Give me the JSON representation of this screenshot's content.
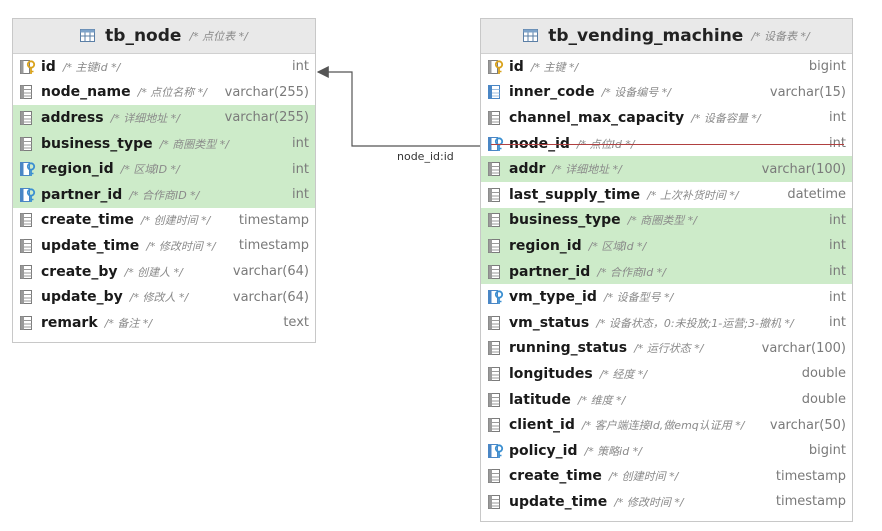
{
  "tables": [
    {
      "name": "tb_node",
      "comment": "/* 点位表 */",
      "columns": [
        {
          "name": "id",
          "comment": "/* 主键id */",
          "type": "int",
          "icon": "primary-key-icon",
          "highlight": false
        },
        {
          "name": "node_name",
          "comment": "/* 点位名称 */",
          "type": "varchar(255)",
          "icon": "column-icon",
          "highlight": false
        },
        {
          "name": "address",
          "comment": "/* 详细地址 */",
          "type": "varchar(255)",
          "icon": "column-icon",
          "highlight": true
        },
        {
          "name": "business_type",
          "comment": "/* 商圈类型 */",
          "type": "int",
          "icon": "column-icon",
          "highlight": true
        },
        {
          "name": "region_id",
          "comment": "/* 区域ID */",
          "type": "int",
          "icon": "foreign-key-icon",
          "highlight": true
        },
        {
          "name": "partner_id",
          "comment": "/* 合作商ID */",
          "type": "int",
          "icon": "foreign-key-icon",
          "highlight": true
        },
        {
          "name": "create_time",
          "comment": "/* 创建时间 */",
          "type": "timestamp",
          "icon": "column-icon",
          "highlight": false
        },
        {
          "name": "update_time",
          "comment": "/* 修改时间 */",
          "type": "timestamp",
          "icon": "column-icon",
          "highlight": false
        },
        {
          "name": "create_by",
          "comment": "/* 创建人 */",
          "type": "varchar(64)",
          "icon": "column-icon",
          "highlight": false
        },
        {
          "name": "update_by",
          "comment": "/* 修改人 */",
          "type": "varchar(64)",
          "icon": "column-icon",
          "highlight": false
        },
        {
          "name": "remark",
          "comment": "/* 备注 */",
          "type": "text",
          "icon": "column-icon",
          "highlight": false
        }
      ]
    },
    {
      "name": "tb_vending_machine",
      "comment": "/* 设备表 */",
      "columns": [
        {
          "name": "id",
          "comment": "/* 主键 */",
          "type": "bigint",
          "icon": "primary-key-icon",
          "highlight": false
        },
        {
          "name": "inner_code",
          "comment": "/* 设备编号 */",
          "type": "varchar(15)",
          "icon": "index-column-icon",
          "highlight": false
        },
        {
          "name": "channel_max_capacity",
          "comment": "/* 设备容量 */",
          "type": "int",
          "icon": "column-icon",
          "highlight": false
        },
        {
          "name": "node_id",
          "comment": "/* 点位Id */",
          "type": "int",
          "icon": "foreign-key-icon",
          "highlight": false,
          "strike": true
        },
        {
          "name": "addr",
          "comment": "/* 详细地址 */",
          "type": "varchar(100)",
          "icon": "column-icon",
          "highlight": true
        },
        {
          "name": "last_supply_time",
          "comment": "/* 上次补货时间 */",
          "type": "datetime",
          "icon": "column-icon",
          "highlight": false
        },
        {
          "name": "business_type",
          "comment": "/* 商圈类型 */",
          "type": "int",
          "icon": "column-icon",
          "highlight": true
        },
        {
          "name": "region_id",
          "comment": "/* 区域Id */",
          "type": "int",
          "icon": "column-icon",
          "highlight": true
        },
        {
          "name": "partner_id",
          "comment": "/* 合作商Id */",
          "type": "int",
          "icon": "column-icon",
          "highlight": true
        },
        {
          "name": "vm_type_id",
          "comment": "/* 设备型号 */",
          "type": "int",
          "icon": "foreign-key-icon",
          "highlight": false
        },
        {
          "name": "vm_status",
          "comment": "/* 设备状态，0:未投放;1-运营;3-撤机 */",
          "type": "int",
          "icon": "column-icon",
          "highlight": false
        },
        {
          "name": "running_status",
          "comment": "/* 运行状态 */",
          "type": "varchar(100)",
          "icon": "column-icon",
          "highlight": false
        },
        {
          "name": "longitudes",
          "comment": "/* 经度 */",
          "type": "double",
          "icon": "column-icon",
          "highlight": false
        },
        {
          "name": "latitude",
          "comment": "/* 维度 */",
          "type": "double",
          "icon": "column-icon",
          "highlight": false
        },
        {
          "name": "client_id",
          "comment": "/* 客户端连接Id,做emq认证用 */",
          "type": "varchar(50)",
          "icon": "column-icon",
          "highlight": false
        },
        {
          "name": "policy_id",
          "comment": "/* 策略id */",
          "type": "bigint",
          "icon": "foreign-key-icon",
          "highlight": false
        },
        {
          "name": "create_time",
          "comment": "/* 创建时间 */",
          "type": "timestamp",
          "icon": "column-icon",
          "highlight": false
        },
        {
          "name": "update_time",
          "comment": "/* 修改时间 */",
          "type": "timestamp",
          "icon": "column-icon",
          "highlight": false
        }
      ]
    }
  ],
  "relation": {
    "label": "node_id:id",
    "color": "#555555"
  },
  "colors": {
    "highlight": "#cdebc9",
    "strike": "#b04040",
    "header": "#e9e9e9",
    "key": "#d9a21b",
    "fk": "#3b8fd1"
  }
}
